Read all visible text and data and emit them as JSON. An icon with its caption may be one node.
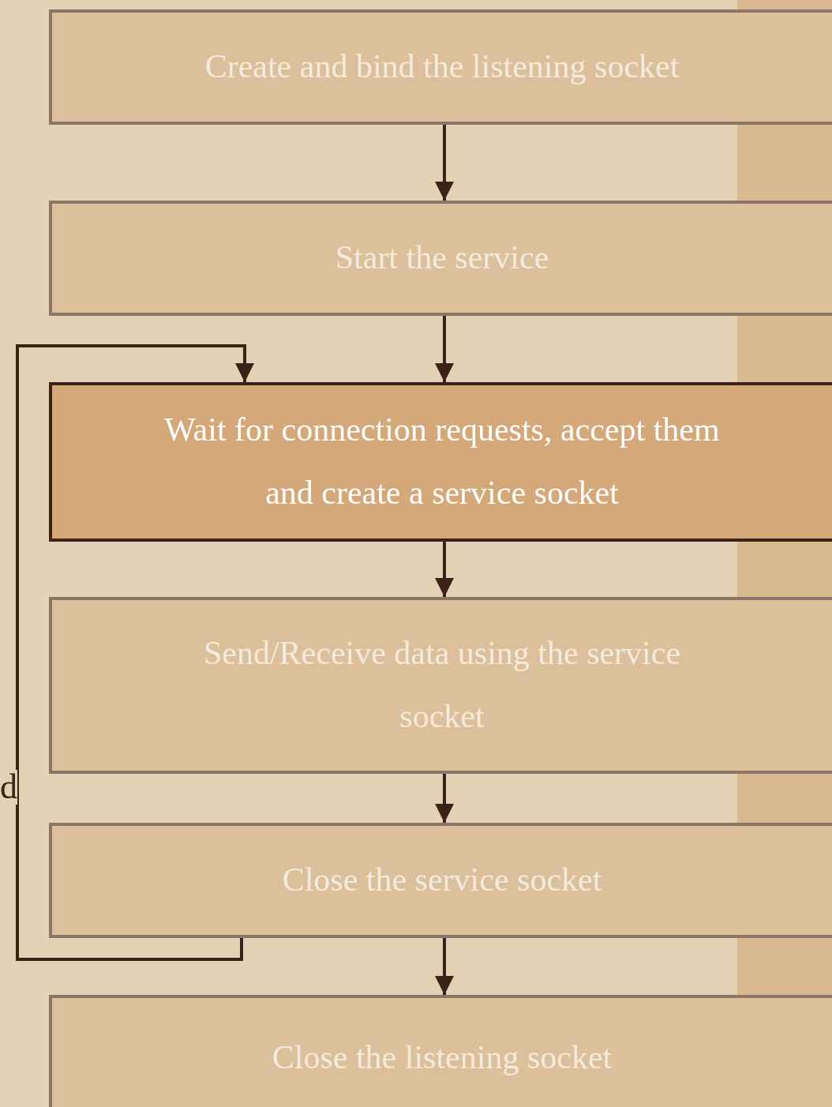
{
  "diagram": {
    "nodes": [
      {
        "text": [
          "Create and bind the listening socket"
        ]
      },
      {
        "text": [
          "Start the service"
        ]
      },
      {
        "text": [
          "Wait for connection requests, accept them and create a service socket"
        ]
      },
      {
        "text": [
          "Send/Receive data using the service socket"
        ]
      },
      {
        "text": [
          "Close the service socket"
        ]
      },
      {
        "text": [
          "Close the listening socket"
        ]
      }
    ],
    "edges": [
      {
        "from": 0,
        "to": 1,
        "arrow": "to"
      },
      {
        "from": 1,
        "to": 2,
        "arrow": "to"
      },
      {
        "from": 2,
        "to": 3,
        "arrow": "to"
      },
      {
        "from": 3,
        "to": 4,
        "arrow": "to"
      },
      {
        "from": 4,
        "to": 5,
        "arrow": "to"
      },
      {
        "from": 4,
        "to": 2,
        "arrow": "to"
      }
    ],
    "labels": [
      "d"
    ]
  }
}
